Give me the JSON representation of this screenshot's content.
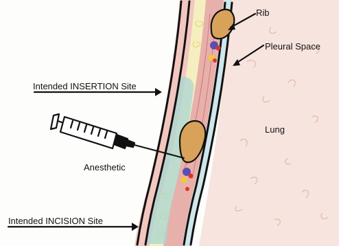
{
  "labels": {
    "rib": "Rib",
    "pleural_space": "Pleural Space",
    "lung": "Lung",
    "anesthetic": "Anesthetic",
    "insertion_site": "Intended INSERTION Site",
    "incision_site": "Intended INCISION Site"
  },
  "colors": {
    "skin_pink": "#f2c7c0",
    "muscle_red": "#d98a86",
    "fat_yellow": "#f0e6a0",
    "anesthetic_blue": "#b9dcd8",
    "rib_orange": "#dba25a",
    "lung_pink": "#f3cfc8",
    "outline": "#111111"
  }
}
